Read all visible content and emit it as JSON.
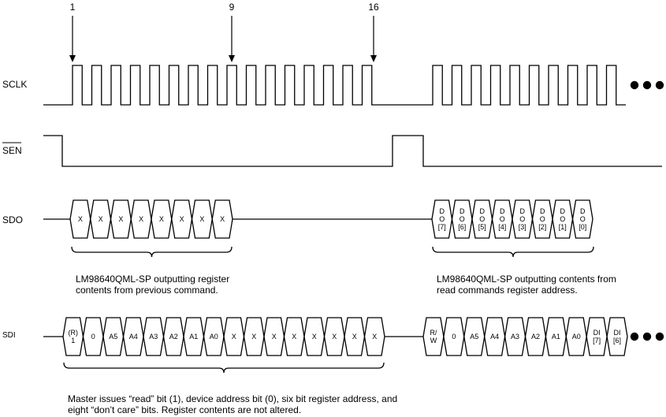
{
  "signals": {
    "sclk": "SCLK",
    "sen": "SEN",
    "sdo": "SDO",
    "sdi": "SDI"
  },
  "markers": [
    "1",
    "9",
    "16"
  ],
  "sdo_groups": [
    {
      "cells": [
        [
          "X"
        ],
        [
          "X"
        ],
        [
          "X"
        ],
        [
          "X"
        ],
        [
          "X"
        ],
        [
          "X"
        ],
        [
          "X"
        ],
        [
          "X"
        ]
      ]
    },
    {
      "cells": [
        [
          "D",
          "O",
          "[7]"
        ],
        [
          "D",
          "O",
          "[6]"
        ],
        [
          "D",
          "O",
          "[5]"
        ],
        [
          "D",
          "O",
          "[4]"
        ],
        [
          "D",
          "O",
          "[3]"
        ],
        [
          "D",
          "O",
          "[2]"
        ],
        [
          "D",
          "O",
          "[1]"
        ],
        [
          "D",
          "O",
          "[0]"
        ]
      ]
    }
  ],
  "sdi_groups": [
    {
      "cells": [
        [
          "(R)",
          "1"
        ],
        [
          "0"
        ],
        [
          "A5"
        ],
        [
          "A4"
        ],
        [
          "A3"
        ],
        [
          "A2"
        ],
        [
          "A1"
        ],
        [
          "A0"
        ],
        [
          "X"
        ],
        [
          "X"
        ],
        [
          "X"
        ],
        [
          "X"
        ],
        [
          "X"
        ],
        [
          "X"
        ],
        [
          "X"
        ],
        [
          "X"
        ]
      ]
    },
    {
      "cells": [
        [
          "R/",
          "W"
        ],
        [
          "0"
        ],
        [
          "A5"
        ],
        [
          "A4"
        ],
        [
          "A3"
        ],
        [
          "A2"
        ],
        [
          "A1"
        ],
        [
          "A0"
        ],
        [
          "DI",
          "[7]"
        ],
        [
          "DI",
          "[6]"
        ]
      ]
    }
  ],
  "captions": {
    "sdo_left": [
      "LM98640QML-SP outputting register",
      "contents from previous command."
    ],
    "sdo_right": [
      "LM98640QML-SP outputting contents from",
      "read commands register address."
    ],
    "sdi": [
      "Master issues “read” bit (1), device address bit (0), six bit register address, and",
      "eight “don’t care” bits. Register contents are not altered."
    ]
  },
  "colors": {
    "line": "#000000",
    "background": "#ffffff"
  }
}
